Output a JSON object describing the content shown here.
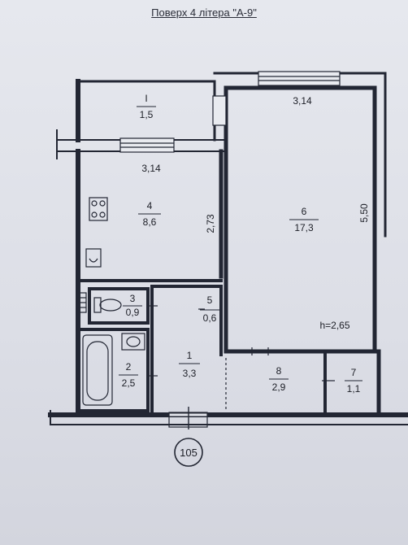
{
  "title": "Поверх 4 літера \"А-9\"",
  "rooms": [
    {
      "id": "balcony",
      "number": "I",
      "area": "1,5"
    },
    {
      "id": "kitchen",
      "number": "4",
      "area": "8,6"
    },
    {
      "id": "living",
      "number": "6",
      "area": "17,3"
    },
    {
      "id": "toilet",
      "number": "3",
      "area": "0,9"
    },
    {
      "id": "closet",
      "number": "5",
      "area": "0,6"
    },
    {
      "id": "bath",
      "number": "2",
      "area": "2,5"
    },
    {
      "id": "hall",
      "number": "1",
      "area": "3,3"
    },
    {
      "id": "corridor",
      "number": "8",
      "area": "2,9"
    },
    {
      "id": "storage",
      "number": "7",
      "area": "1,1"
    }
  ],
  "dimensions": {
    "kitchen_width": "3,14",
    "kitchen_depth": "2,73",
    "living_width": "3,14",
    "living_depth": "5,50",
    "ceiling_height": "h=2,65"
  },
  "building_number": "105",
  "colors": {
    "wall": "#222633",
    "paper": "#e4e6ec",
    "ink": "#1c1e26"
  }
}
